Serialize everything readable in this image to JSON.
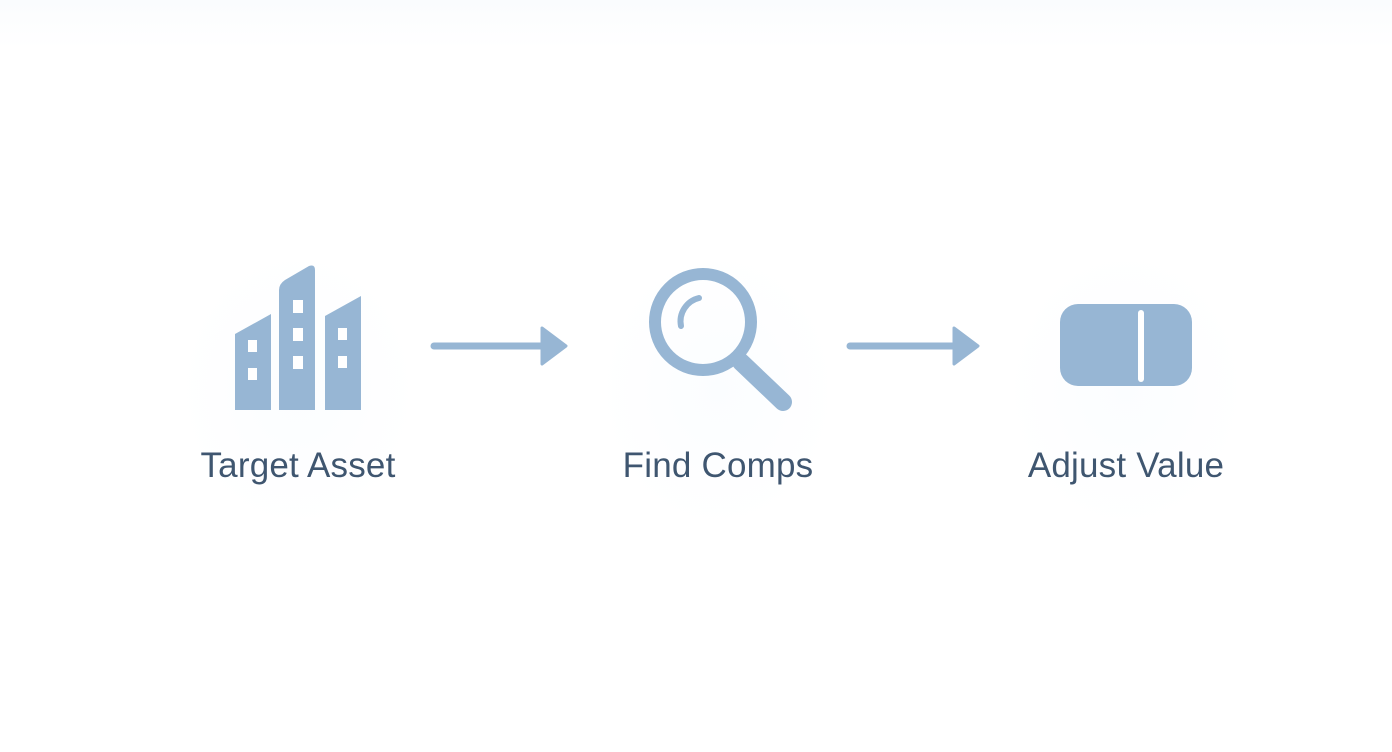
{
  "diagram": {
    "steps": [
      {
        "label": "Target Asset",
        "icon": "buildings-icon"
      },
      {
        "label": "Find Comps",
        "icon": "magnifying-glass-icon"
      },
      {
        "label": "Adjust Value",
        "icon": "adjust-slider-icon"
      }
    ],
    "connectors": [
      "arrow-right-icon",
      "arrow-right-icon"
    ],
    "colors": {
      "icon": "#97b6d4",
      "label": "#3f5670",
      "background": "#ffffff"
    }
  }
}
